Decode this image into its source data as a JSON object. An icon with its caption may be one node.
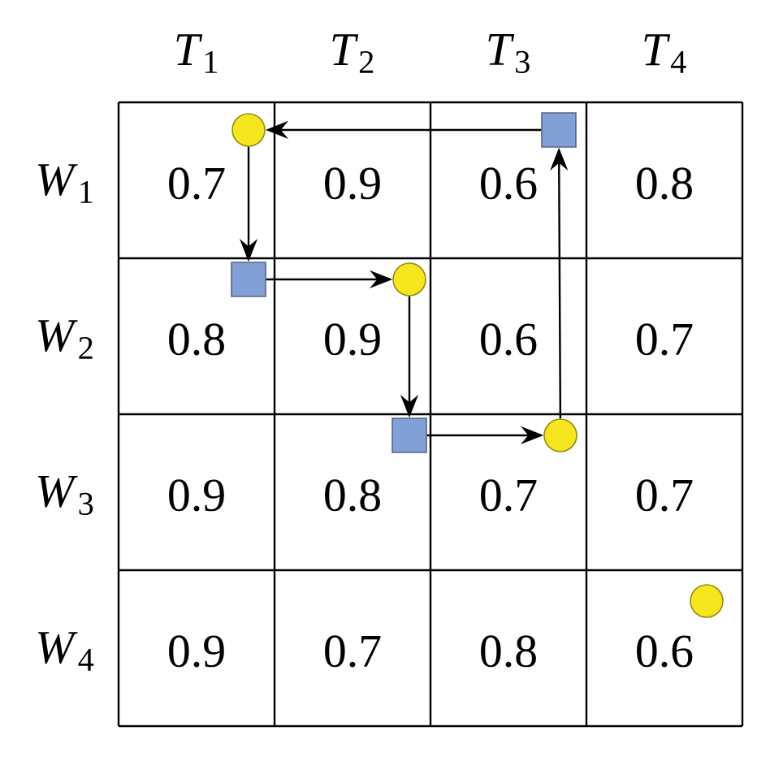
{
  "diagram": {
    "nodes": [
      {
        "text": [],
        "shape": "circle"
      },
      {
        "text": [],
        "shape": "box"
      },
      {
        "text": [],
        "shape": "circle"
      },
      {
        "text": [],
        "shape": "box"
      },
      {
        "text": [],
        "shape": "circle"
      },
      {
        "text": [],
        "shape": "box"
      },
      {
        "text": [],
        "shape": "circle"
      }
    ],
    "edges": [
      {
        "from": 0,
        "to": 1,
        "arrow": "to"
      },
      {
        "from": 1,
        "to": 2,
        "arrow": "to"
      },
      {
        "from": 2,
        "to": 3,
        "arrow": "to"
      },
      {
        "from": 3,
        "to": 4,
        "arrow": "to"
      },
      {
        "from": 4,
        "to": 5,
        "arrow": "to"
      },
      {
        "from": 5,
        "to": 0,
        "arrow": "to"
      }
    ],
    "labels": [
      "*T*$_{1}$",
      "*T*$_{2}$",
      "*T*$_{3}$",
      "*T*$_{4}$",
      "*W*$_{1}$",
      "0.7",
      "0.9",
      "0.6",
      "0.8",
      "*W*$_{2}$",
      "0.8",
      "0.9",
      "0.6",
      "0.7",
      "*W*$_{3}$",
      "0.9",
      "0.8",
      "0.7",
      "0.7",
      "*W*$_{4}$",
      "0.9",
      "0.7",
      "0.8",
      "0.6"
    ]
  }
}
